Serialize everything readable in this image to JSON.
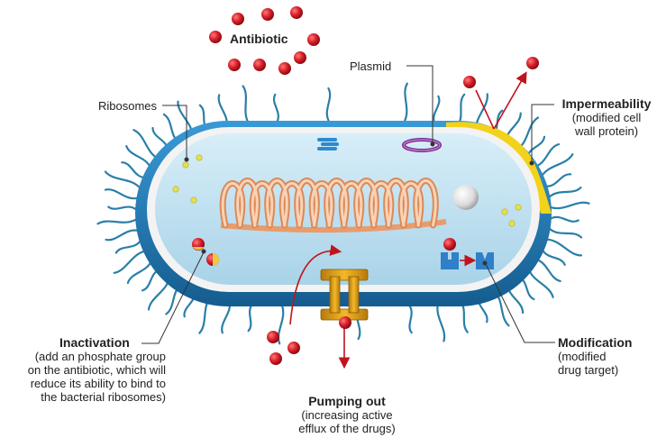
{
  "labels": {
    "antibiotic": "Antibiotic",
    "plasmid": "Plasmid",
    "ribosomes": "Ribosomes",
    "impermeability": {
      "title": "Impermeability",
      "line1": "(modified cell",
      "line2": "wall protein)"
    },
    "inactivation": {
      "title": "Inactivation",
      "line1": "(add an phosphate group",
      "line2": "on the antibiotic, which will",
      "line3": "reduce its ability to bind to",
      "line4": "the bacterial ribosomes)"
    },
    "modification": {
      "title": "Modification",
      "line1": "(modified",
      "line2": "drug target)"
    },
    "pumping": {
      "title": "Pumping out",
      "line1": "(increasing active",
      "line2": "efflux of the drugs)"
    }
  },
  "colors": {
    "antibiotic": "#d0202a",
    "membrane": "#1f78b4",
    "cytoplasm": "#bfe0ef",
    "dna": "#f3b48c",
    "plasmid": "#7a2a8a",
    "pump": "#e8a21a",
    "target": "#2f80c8",
    "impermeable_wall": "#f2d21b",
    "flagella": "#2a7fa8"
  },
  "icons": {
    "antibiotic": "red-sphere-icon",
    "ribosome": "yellow-dot-icon",
    "pump": "efflux-pump-icon",
    "target": "drug-target-icon"
  }
}
